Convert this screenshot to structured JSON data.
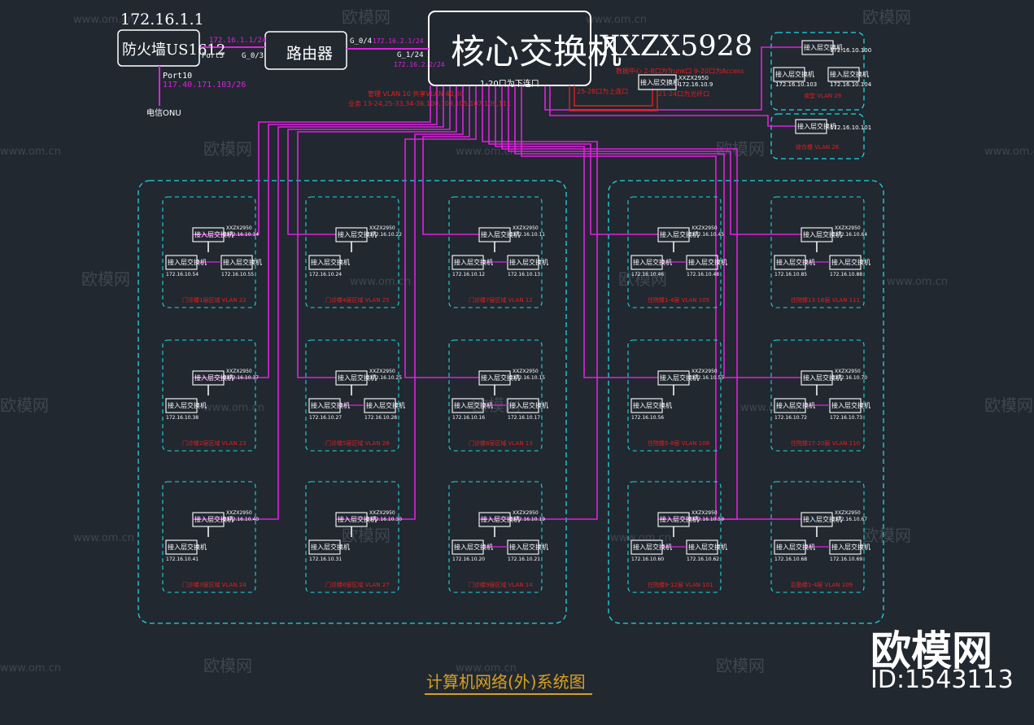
{
  "colors": {
    "background": "#212830",
    "line_magenta": "#e020e0",
    "line_red": "#e02020",
    "zone_border": "#20d8e0",
    "box": "#ffffff",
    "title_gold": "#d8a020",
    "watermark": "#3e4650"
  },
  "top": {
    "firewall_ip": "172.16.1.1",
    "firewall_label": "防火墙US1612",
    "firewall_port": "Port5",
    "wan_port": "Port10",
    "wan_ip": "117.40.171.103/26",
    "isp": "电信ONU",
    "link_fw_router_ip": "172.16.1.1/24",
    "router_port_left": "G_0/3",
    "router_label": "路由器",
    "router_port_right": "G_0/4",
    "router_link_ip": "172.16.2.1/24",
    "core_port": "G_1/24",
    "core_port_ip": "172.16.2.2/24",
    "core_label": "核心交换机",
    "core_model": "XXZX5928",
    "core_downlink": "1-20口为下连口",
    "annot_1": "管理 VLAN 10 共享VLAN 40,50",
    "annot_2": "业务 13-24,25-33,34-36,100,103,105,107,109,111",
    "annot_3": "25-28口为上连口",
    "annot_4": "21-24口为光纤口",
    "right_note": "数据中心 2-8口为Trunk口 9-20口为Access"
  },
  "switch_label": "接入层交换机",
  "switch_model": "XXZX2950",
  "zones": [
    {
      "ip_main": "172.16.10.34",
      "ip_a": "172.16.10.54",
      "ip_b": "172.16.10.55",
      "title": "门诊楼1层区域 VLAN 22"
    },
    {
      "ip_main": "172.16.10.37",
      "ip_a": "172.16.10.38",
      "ip_b": "",
      "title": "门诊楼2层区域 VLAN 23"
    },
    {
      "ip_main": "172.16.10.40",
      "ip_a": "172.16.10.41",
      "ip_b": "",
      "title": "门诊楼3层区域 VLAN 24"
    },
    {
      "ip_main": "172.16.10.22",
      "ip_a": "172.16.10.24",
      "ip_b": "",
      "title": "门诊楼4层区域 VLAN 25"
    },
    {
      "ip_main": "172.16.10.25",
      "ip_a": "172.16.10.27",
      "ip_b": "172.16.10.28",
      "title": "门诊楼5层区域 VLAN 26"
    },
    {
      "ip_main": "172.16.10.30",
      "ip_a": "172.16.10.31",
      "ip_b": "",
      "title": "门诊楼6层区域 VLAN 27"
    },
    {
      "ip_main": "172.16.10.11",
      "ip_a": "172.16.10.12",
      "ip_b": "172.16.10.13",
      "title": "门诊楼7层区域 VLAN 12"
    },
    {
      "ip_main": "172.16.10.15",
      "ip_a": "172.16.10.16",
      "ip_b": "172.16.10.17",
      "title": "门诊楼8层区域 VLAN 13"
    },
    {
      "ip_main": "172.16.10.19",
      "ip_a": "172.16.10.20",
      "ip_b": "172.16.10.21",
      "title": "门诊楼9层区域 VLAN 14"
    },
    {
      "ip_main": "172.16.10.45",
      "ip_a": "172.16.10.46",
      "ip_b": "172.16.10.48",
      "title": "住院楼1-4层 VLAN 105"
    },
    {
      "ip_main": "172.16.10.55",
      "ip_a": "172.16.10.56",
      "ip_b": "",
      "title": "住院楼5-8层 VLAN 108"
    },
    {
      "ip_main": "172.16.10.59",
      "ip_a": "172.16.10.60",
      "ip_b": "172.16.10.62",
      "title": "住院楼9-12层 VLAN 101"
    },
    {
      "ip_main": "172.16.10.64",
      "ip_a": "172.16.10.85",
      "ip_b": "172.16.10.88",
      "title": "住院楼13-16层 VLAN 111"
    },
    {
      "ip_main": "172.16.10.70",
      "ip_a": "172.16.10.72",
      "ip_b": "172.16.10.73",
      "title": "住院楼17-20层 VLAN 110"
    },
    {
      "ip_main": "172.16.10.67",
      "ip_a": "172.16.10.68",
      "ip_b": "172.16.10.69",
      "title": "后勤楼1-4层 VLAN 109"
    }
  ],
  "right_top": {
    "a_main": "172.16.10.100",
    "a_1": "172.16.10.103",
    "a_2": "172.16.10.104",
    "a_title": "食堂 VLAN 29",
    "core_sw_ip": "172.16.10.9",
    "b_ip": "172.16.10.101",
    "b_title": "综合楼 VLAN 26"
  },
  "footer_title": "计算机网络(外)系统图",
  "watermark": {
    "site": "www.om.cn",
    "brand": "欧模网",
    "id": "ID:1543113"
  }
}
